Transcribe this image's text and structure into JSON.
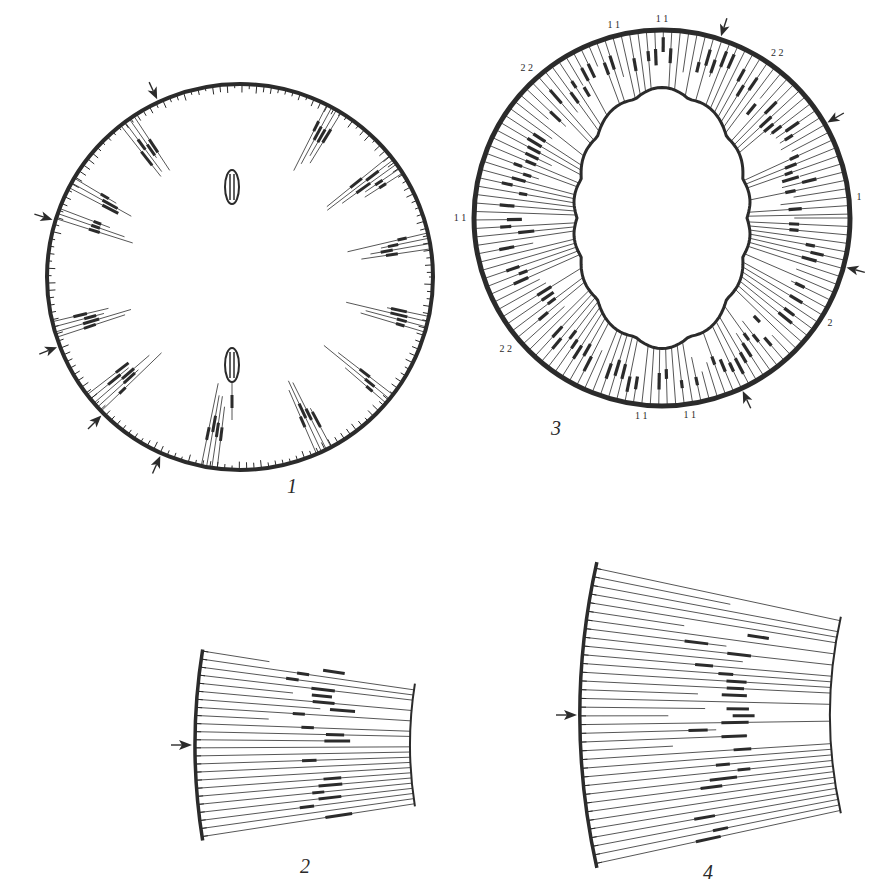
{
  "diagram": {
    "labels": [
      "1",
      "2",
      "3",
      "4",
      "1 1",
      "1 1",
      "2 2",
      "2 2",
      "1 1",
      "1",
      "2",
      "2 2",
      "1 1",
      "1 1"
    ]
  }
}
